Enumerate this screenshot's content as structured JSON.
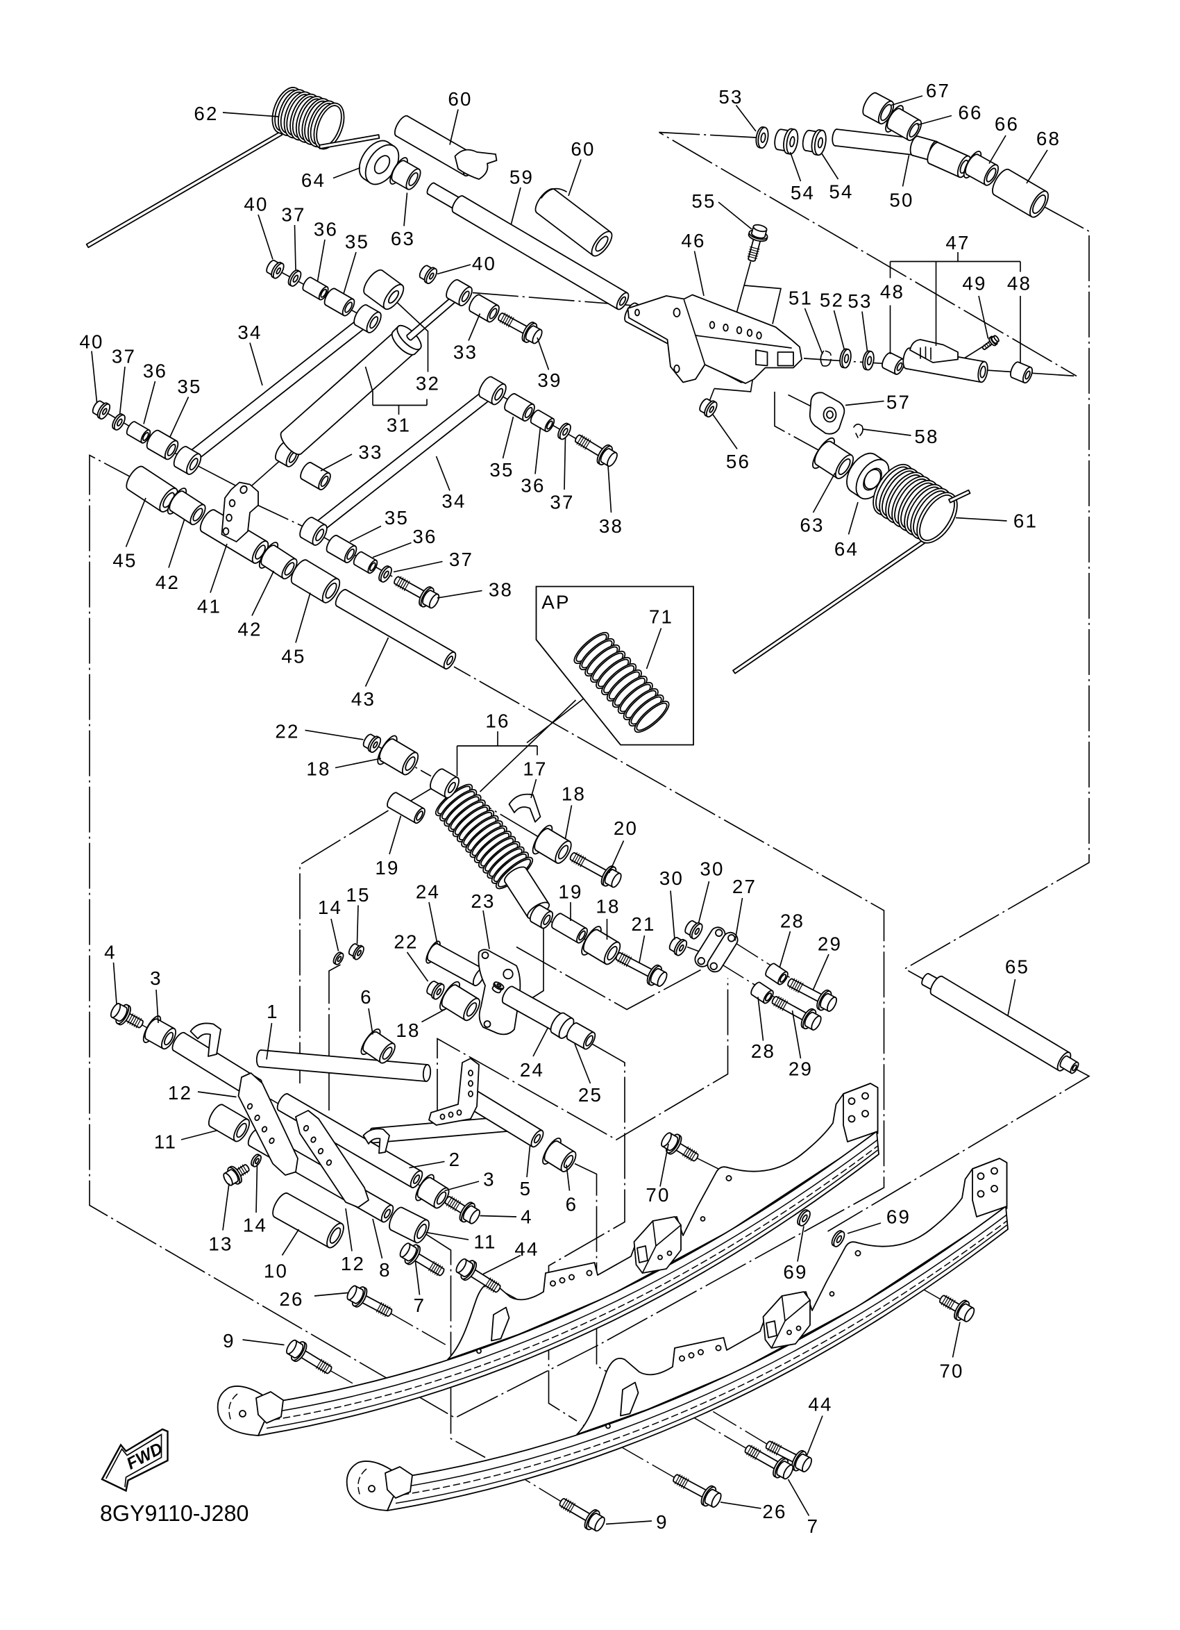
{
  "diagram": {
    "code": "8GY9110-J280",
    "fwd_label": "FWD",
    "inset_label": "AP"
  },
  "callouts": [
    "62",
    "60",
    "60",
    "59",
    "64",
    "63",
    "40",
    "37",
    "36",
    "35",
    "40",
    "34",
    "32",
    "31",
    "33",
    "39",
    "40",
    "37",
    "36",
    "35",
    "33",
    "34",
    "35",
    "36",
    "37",
    "38",
    "35",
    "36",
    "37",
    "38",
    "45",
    "42",
    "41",
    "42",
    "45",
    "43",
    "53",
    "54",
    "54",
    "50",
    "67",
    "66",
    "66",
    "68",
    "55",
    "46",
    "47",
    "48",
    "48",
    "49",
    "51",
    "52",
    "53",
    "57",
    "58",
    "56",
    "63",
    "64",
    "61",
    "71",
    "16",
    "22",
    "18",
    "17",
    "18",
    "20",
    "19",
    "24",
    "23",
    "19",
    "18",
    "21",
    "30",
    "30",
    "27",
    "28",
    "29",
    "28",
    "29",
    "65",
    "14",
    "15",
    "22",
    "18",
    "24",
    "25",
    "4",
    "3",
    "1",
    "6",
    "12",
    "11",
    "2",
    "3",
    "5",
    "6",
    "4",
    "13",
    "14",
    "10",
    "12",
    "8",
    "11",
    "44",
    "7",
    "26",
    "9",
    "70",
    "69",
    "69",
    "70",
    "44",
    "26",
    "7",
    "9"
  ]
}
